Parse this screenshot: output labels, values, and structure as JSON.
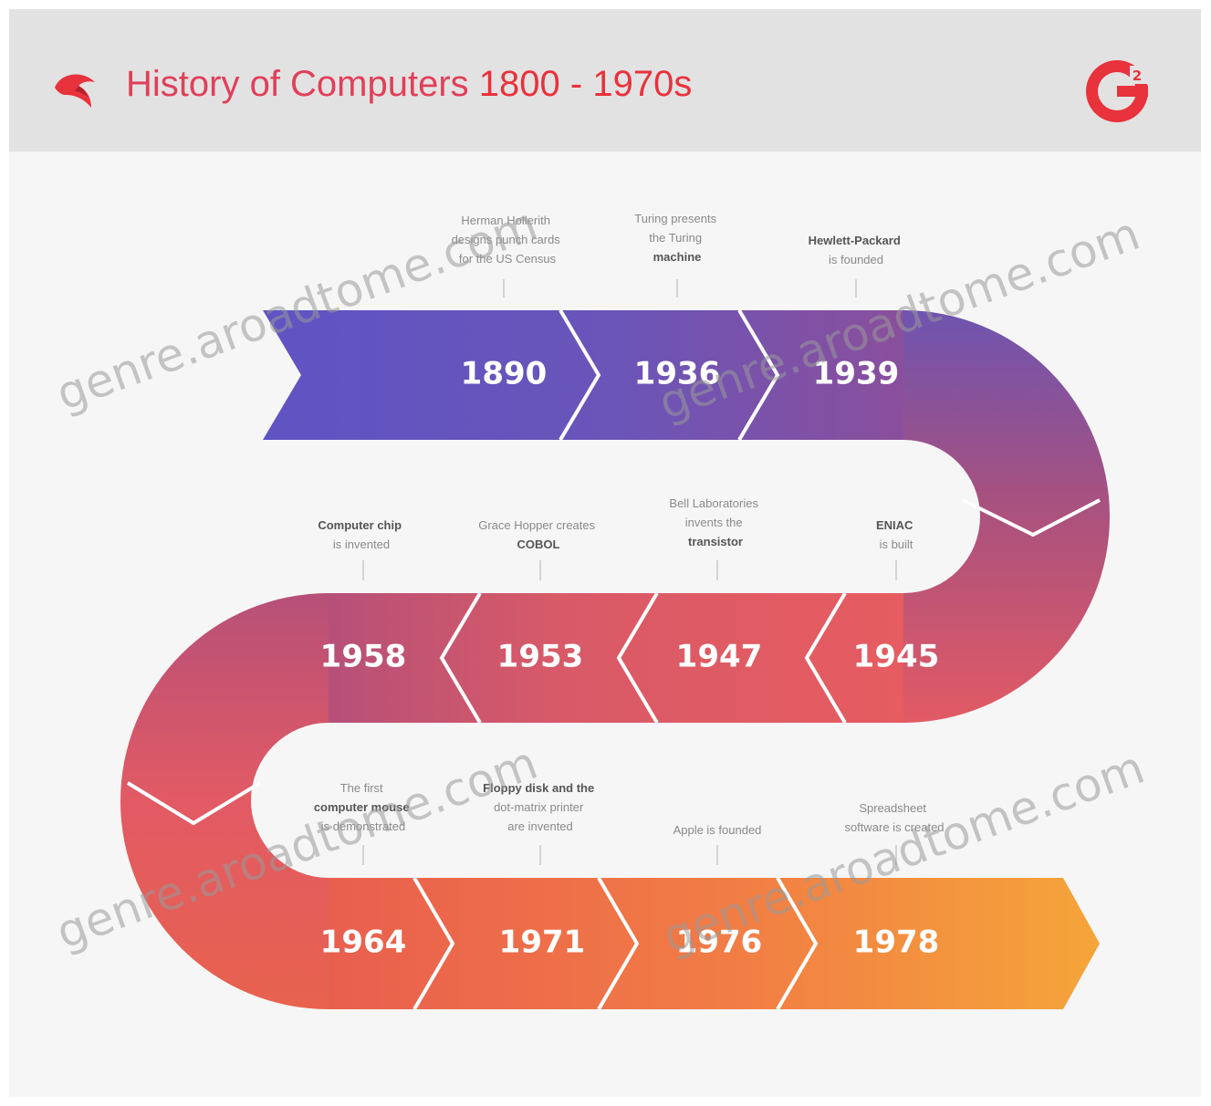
{
  "title": {
    "prefix": "History of Computers",
    "years": "1800 - 1970s"
  },
  "brand": {
    "logo_icon": "red-bird-logo-icon",
    "g2_logo": "G"
  },
  "rows": [
    {
      "direction": "right",
      "items": [
        {
          "year": "1890",
          "lines": [
            "Herman Hollerith",
            "designs punch cards",
            "for the US Census"
          ]
        },
        {
          "year": "1936",
          "lines": [
            "Turing presents",
            "the Turing",
            "machine"
          ]
        },
        {
          "year": "1939",
          "lines": [
            "Hewlett-Packard",
            "is founded"
          ]
        }
      ]
    },
    {
      "direction": "left",
      "items": [
        {
          "year": "1945",
          "lines": [
            "ENIAC",
            "is built"
          ]
        },
        {
          "year": "1947",
          "lines": [
            "Bell Laboratories",
            "invents the",
            "transistor"
          ]
        },
        {
          "year": "1953",
          "lines": [
            "Grace Hopper creates",
            "COBOL"
          ]
        },
        {
          "year": "1958",
          "lines": [
            "Computer chip",
            "is invented"
          ]
        }
      ]
    },
    {
      "direction": "right",
      "items": [
        {
          "year": "1964",
          "lines": [
            "The first",
            "computer mouse",
            "is demonstrated"
          ]
        },
        {
          "year": "1971",
          "lines": [
            "Floppy disk and the",
            "dot-matrix printer",
            "are invented"
          ]
        },
        {
          "year": "1976",
          "lines": [
            "Apple is founded"
          ]
        },
        {
          "year": "1978",
          "lines": [
            "Spreadsheet",
            "software is created"
          ]
        }
      ]
    }
  ],
  "watermark": "genre.aroadtome.com",
  "colors": {
    "purple": "#6a56bf",
    "magenta": "#b2507a",
    "red": "#e55a62",
    "orange": "#f07a40",
    "yellow": "#f3a43a",
    "title_red": "#e0405a"
  }
}
